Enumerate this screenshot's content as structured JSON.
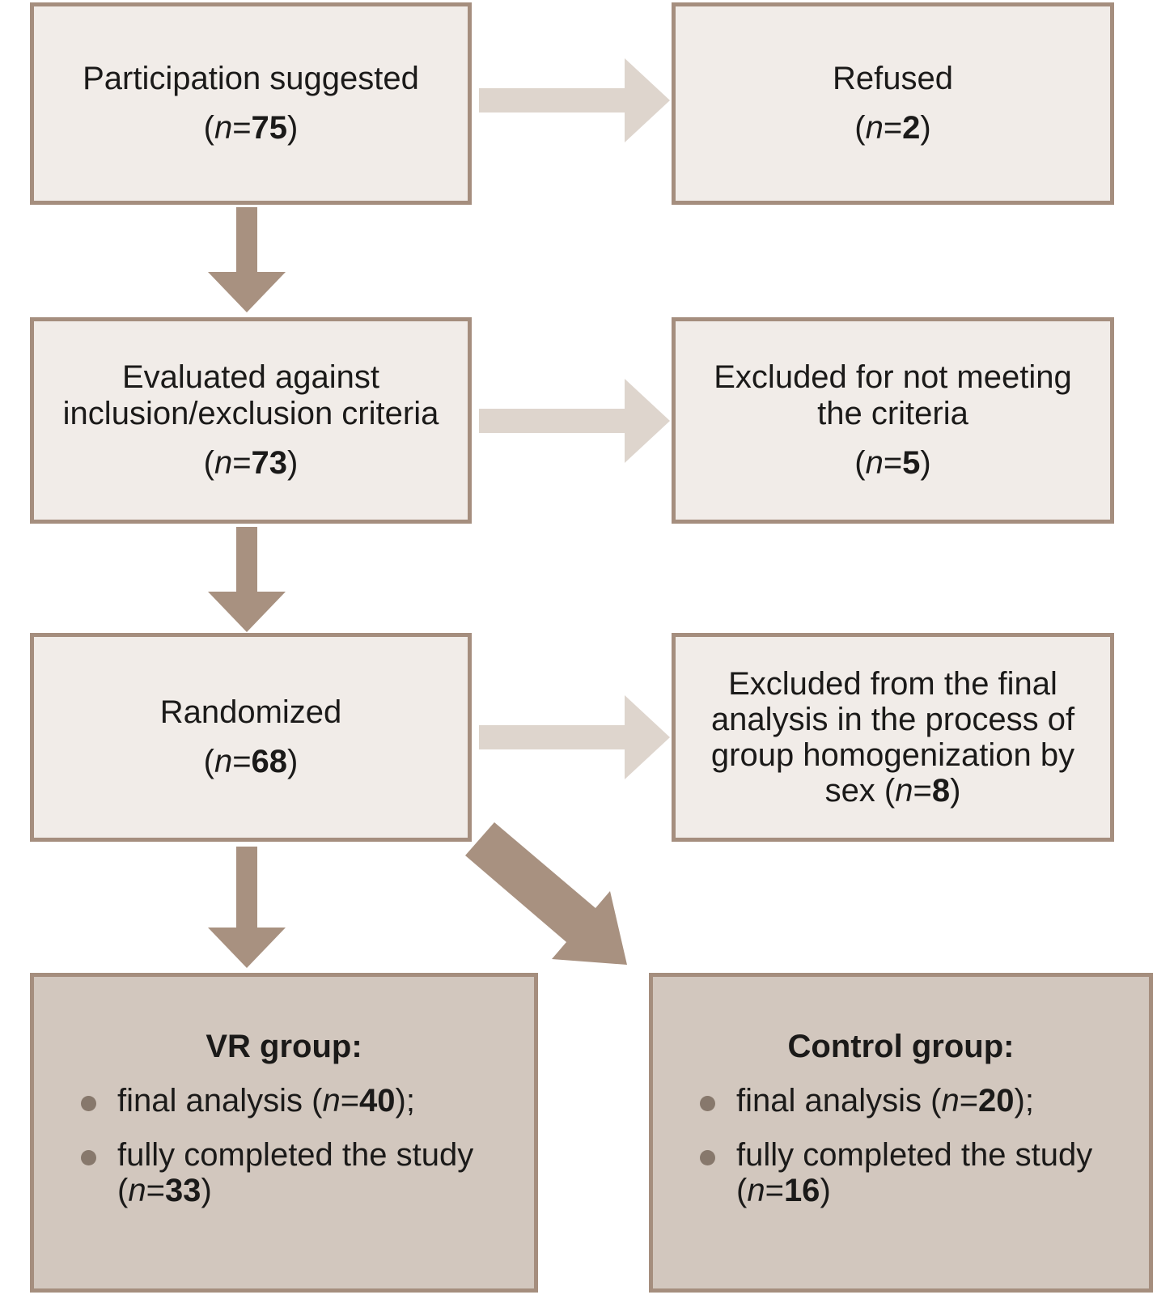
{
  "colors": {
    "light_box_bg": "#f1ece8",
    "dark_box_bg": "#d2c7be",
    "box_border": "#a58e7e",
    "light_arrow": "#ded5cd",
    "dark_arrow": "#a89180",
    "bullet": "#87786c",
    "text": "#1b1a19"
  },
  "boxes": {
    "participation": {
      "title": "Participation suggested",
      "n": {
        "pre": "(",
        "var": "n",
        "eq": "=",
        "num": "75",
        "post": ")"
      }
    },
    "refused": {
      "title": "Refused",
      "n": {
        "pre": "(",
        "var": "n",
        "eq": "=",
        "num": "2",
        "post": ")"
      }
    },
    "evaluated": {
      "title": "Evaluated against inclusion/exclusion criteria",
      "n": {
        "pre": "(",
        "var": "n",
        "eq": "=",
        "num": "73",
        "post": ")"
      }
    },
    "excluded_criteria": {
      "title": "Excluded for not meeting the criteria",
      "n": {
        "pre": "(",
        "var": "n",
        "eq": "=",
        "num": "5",
        "post": ")"
      }
    },
    "randomized": {
      "title": "Randomized",
      "n": {
        "pre": "(",
        "var": "n",
        "eq": "=",
        "num": "68",
        "post": ")"
      }
    },
    "excluded_final": {
      "text": "Excluded from the final analysis in the process of group homogenization by sex ",
      "n": {
        "pre": "(",
        "var": "n",
        "eq": "=",
        "num": "8",
        "post": ")"
      }
    },
    "vr_group": {
      "title": "VR group:",
      "bullets": [
        {
          "pre": "final analysis (",
          "var": "n",
          "eq": "=",
          "num": "40",
          "post": ");"
        },
        {
          "pre": "fully completed the study (",
          "var": "n",
          "eq": "=",
          "num": "33",
          "post": ")"
        }
      ]
    },
    "control_group": {
      "title": "Control group:",
      "bullets": [
        {
          "pre": "final analysis (",
          "var": "n",
          "eq": "=",
          "num": "20",
          "post": ");"
        },
        {
          "pre": "fully completed the study (",
          "var": "n",
          "eq": "=",
          "num": "16",
          "post": ")"
        }
      ]
    }
  }
}
